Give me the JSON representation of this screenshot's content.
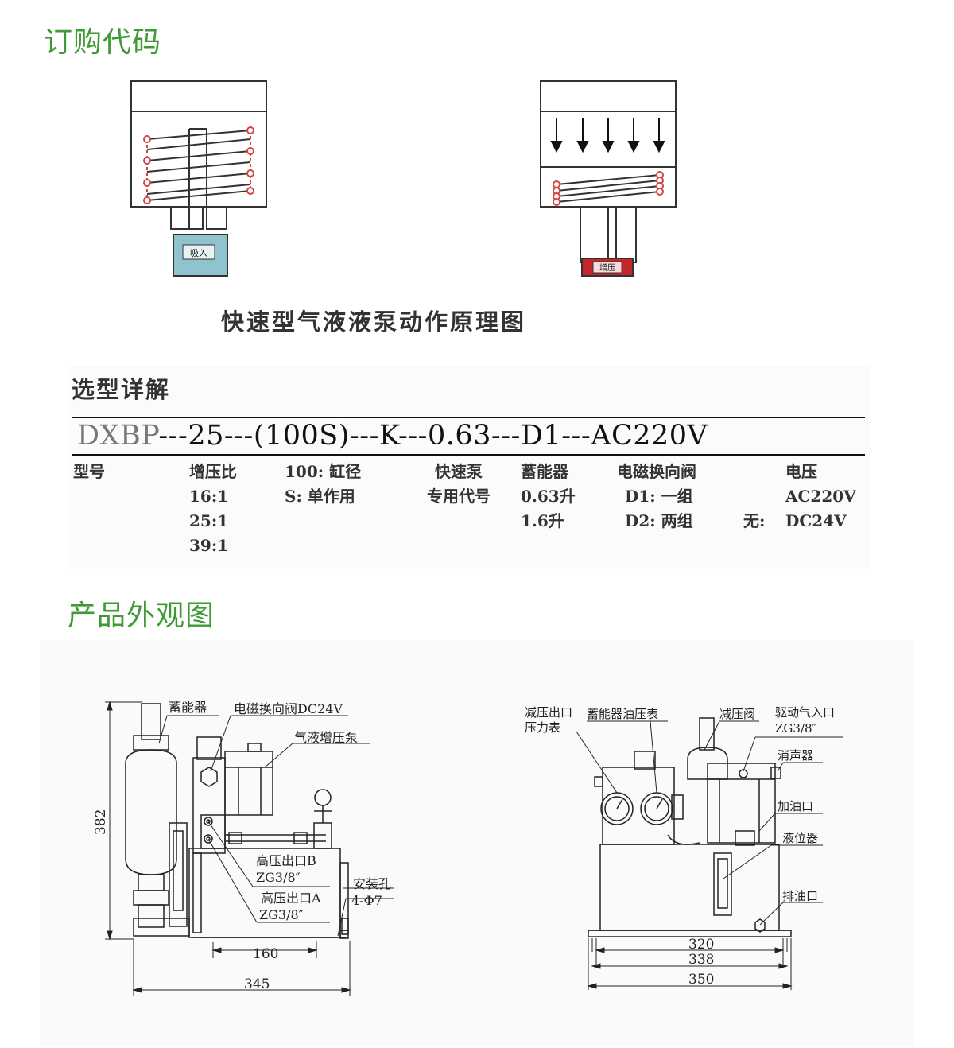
{
  "sections": {
    "order_code_title": "订购代码",
    "appearance_title": "产品外观图"
  },
  "principle": {
    "caption": "快速型气液液泵动作原理图",
    "left_label": "吸入",
    "right_label": "增压",
    "colors": {
      "suction": "#8fc4cf",
      "pressure": "#c8242b",
      "coil_dot": "#d64545"
    }
  },
  "selection": {
    "heading": "选型详解",
    "code_lead": "DXBP",
    "code_rest": "---25---(100S)---K---0.63---D1---AC220V",
    "columns": [
      {
        "lines": [
          "型号"
        ]
      },
      {
        "lines": [
          "增压比",
          "16:1",
          "25:1",
          "39:1"
        ]
      },
      {
        "lines": [
          "100: 缸径",
          "S: 单作用"
        ]
      },
      {
        "lines": [
          "快速泵",
          "专用代号"
        ]
      },
      {
        "lines": [
          "蓄能器",
          "0.63升",
          "1.6升"
        ]
      },
      {
        "lines": [
          "电磁换向阀",
          "D1: 一组",
          "D2: 两组"
        ]
      },
      {
        "lines": [
          "电压",
          "AC220V",
          "DC24V"
        ]
      }
    ],
    "none_label": "无:"
  },
  "drawing_left": {
    "labels": {
      "accumulator": "蓄能器",
      "solenoid": "电磁换向阀DC24V",
      "booster": "气液增压泵",
      "outlet_b": "高压出口B",
      "outlet_b_thread": "ZG3/8″",
      "outlet_a": "高压出口A",
      "outlet_a_thread": "ZG3/8″",
      "mount": "安装孔",
      "mount_spec": "4-Φ7"
    },
    "dims": {
      "height": "382",
      "inner_width": "160",
      "width": "345"
    }
  },
  "drawing_right": {
    "labels": {
      "reducer_gauge_1": "减压出口",
      "reducer_gauge_2": "压力表",
      "acc_gauge": "蓄能器油压表",
      "reducer_valve": "减压阀",
      "air_inlet": "驱动气入口",
      "air_inlet_thread": "ZG3/8″",
      "muffler": "消声器",
      "fill_port": "加油口",
      "level": "液位器",
      "drain": "排油口"
    },
    "dims": {
      "d1": "320",
      "d2": "338",
      "d3": "350"
    }
  }
}
